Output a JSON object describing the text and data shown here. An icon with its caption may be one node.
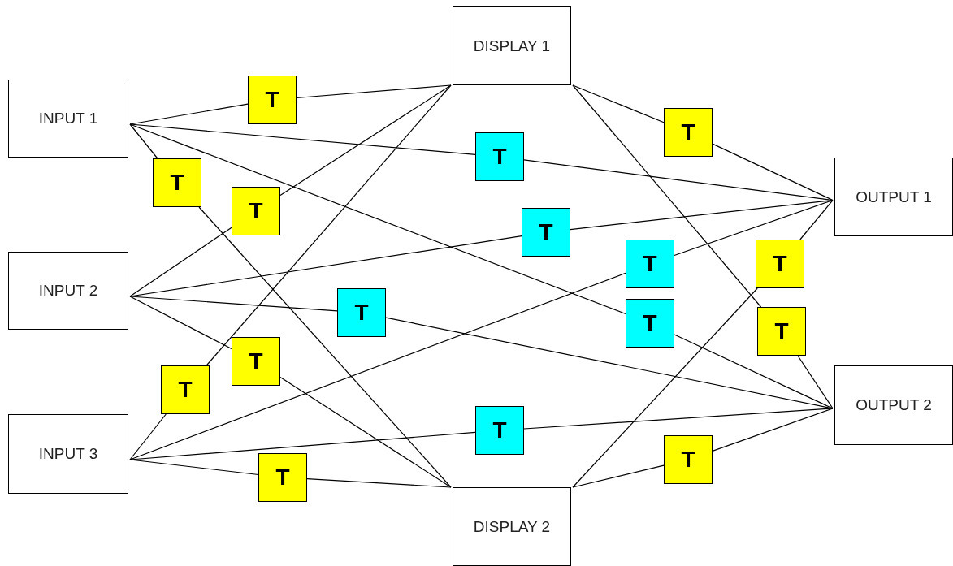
{
  "diagram": {
    "nodes": [
      {
        "text": [
          "INPUT 1"
        ]
      },
      {
        "text": [
          "INPUT 2"
        ]
      },
      {
        "text": [
          "INPUT 3"
        ]
      },
      {
        "text": [
          "DISPLAY 1"
        ]
      },
      {
        "text": [
          "DISPLAY 2"
        ]
      },
      {
        "text": [
          "OUTPUT 1"
        ]
      },
      {
        "text": [
          "OUTPUT 2"
        ]
      },
      {
        "text": [
          "T"
        ]
      },
      {
        "text": [
          "T"
        ]
      },
      {
        "text": [
          "T"
        ]
      },
      {
        "text": [
          "T"
        ]
      },
      {
        "text": [
          "T"
        ]
      },
      {
        "text": [
          "T"
        ]
      },
      {
        "text": [
          "T"
        ]
      },
      {
        "text": [
          "T"
        ]
      },
      {
        "text": [
          "T"
        ]
      },
      {
        "text": [
          "T"
        ]
      },
      {
        "text": [
          "T"
        ]
      },
      {
        "text": [
          "T"
        ]
      },
      {
        "text": [
          "T"
        ]
      },
      {
        "text": [
          "T"
        ]
      },
      {
        "text": [
          "T"
        ]
      },
      {
        "text": [
          "T"
        ]
      }
    ],
    "edges": [
      {
        "from": 0,
        "to": 7,
        "arrow": "none"
      },
      {
        "from": 7,
        "to": 3,
        "arrow": "none"
      },
      {
        "from": 0,
        "to": 8,
        "arrow": "none"
      },
      {
        "from": 8,
        "to": 5,
        "arrow": "none"
      },
      {
        "from": 0,
        "to": 9,
        "arrow": "none"
      },
      {
        "from": 9,
        "to": 4,
        "arrow": "none"
      },
      {
        "from": 0,
        "to": 10,
        "arrow": "none"
      },
      {
        "from": 10,
        "to": 6,
        "arrow": "none"
      },
      {
        "from": 1,
        "to": 11,
        "arrow": "none"
      },
      {
        "from": 11,
        "to": 3,
        "arrow": "none"
      },
      {
        "from": 1,
        "to": 12,
        "arrow": "none"
      },
      {
        "from": 12,
        "to": 5,
        "arrow": "none"
      },
      {
        "from": 1,
        "to": 13,
        "arrow": "none"
      },
      {
        "from": 13,
        "to": 6,
        "arrow": "none"
      },
      {
        "from": 1,
        "to": 14,
        "arrow": "none"
      },
      {
        "from": 14,
        "to": 4,
        "arrow": "none"
      },
      {
        "from": 2,
        "to": 15,
        "arrow": "none"
      },
      {
        "from": 15,
        "to": 3,
        "arrow": "none"
      },
      {
        "from": 2,
        "to": 16,
        "arrow": "none"
      },
      {
        "from": 16,
        "to": 5,
        "arrow": "none"
      },
      {
        "from": 2,
        "to": 17,
        "arrow": "none"
      },
      {
        "from": 17,
        "to": 6,
        "arrow": "none"
      },
      {
        "from": 2,
        "to": 18,
        "arrow": "none"
      },
      {
        "from": 18,
        "to": 4,
        "arrow": "none"
      },
      {
        "from": 3,
        "to": 19,
        "arrow": "none"
      },
      {
        "from": 19,
        "to": 5,
        "arrow": "none"
      },
      {
        "from": 3,
        "to": 20,
        "arrow": "none"
      },
      {
        "from": 20,
        "to": 6,
        "arrow": "none"
      },
      {
        "from": 4,
        "to": 21,
        "arrow": "none"
      },
      {
        "from": 21,
        "to": 5,
        "arrow": "none"
      },
      {
        "from": 4,
        "to": 22,
        "arrow": "none"
      },
      {
        "from": 22,
        "to": 6,
        "arrow": "none"
      }
    ]
  }
}
